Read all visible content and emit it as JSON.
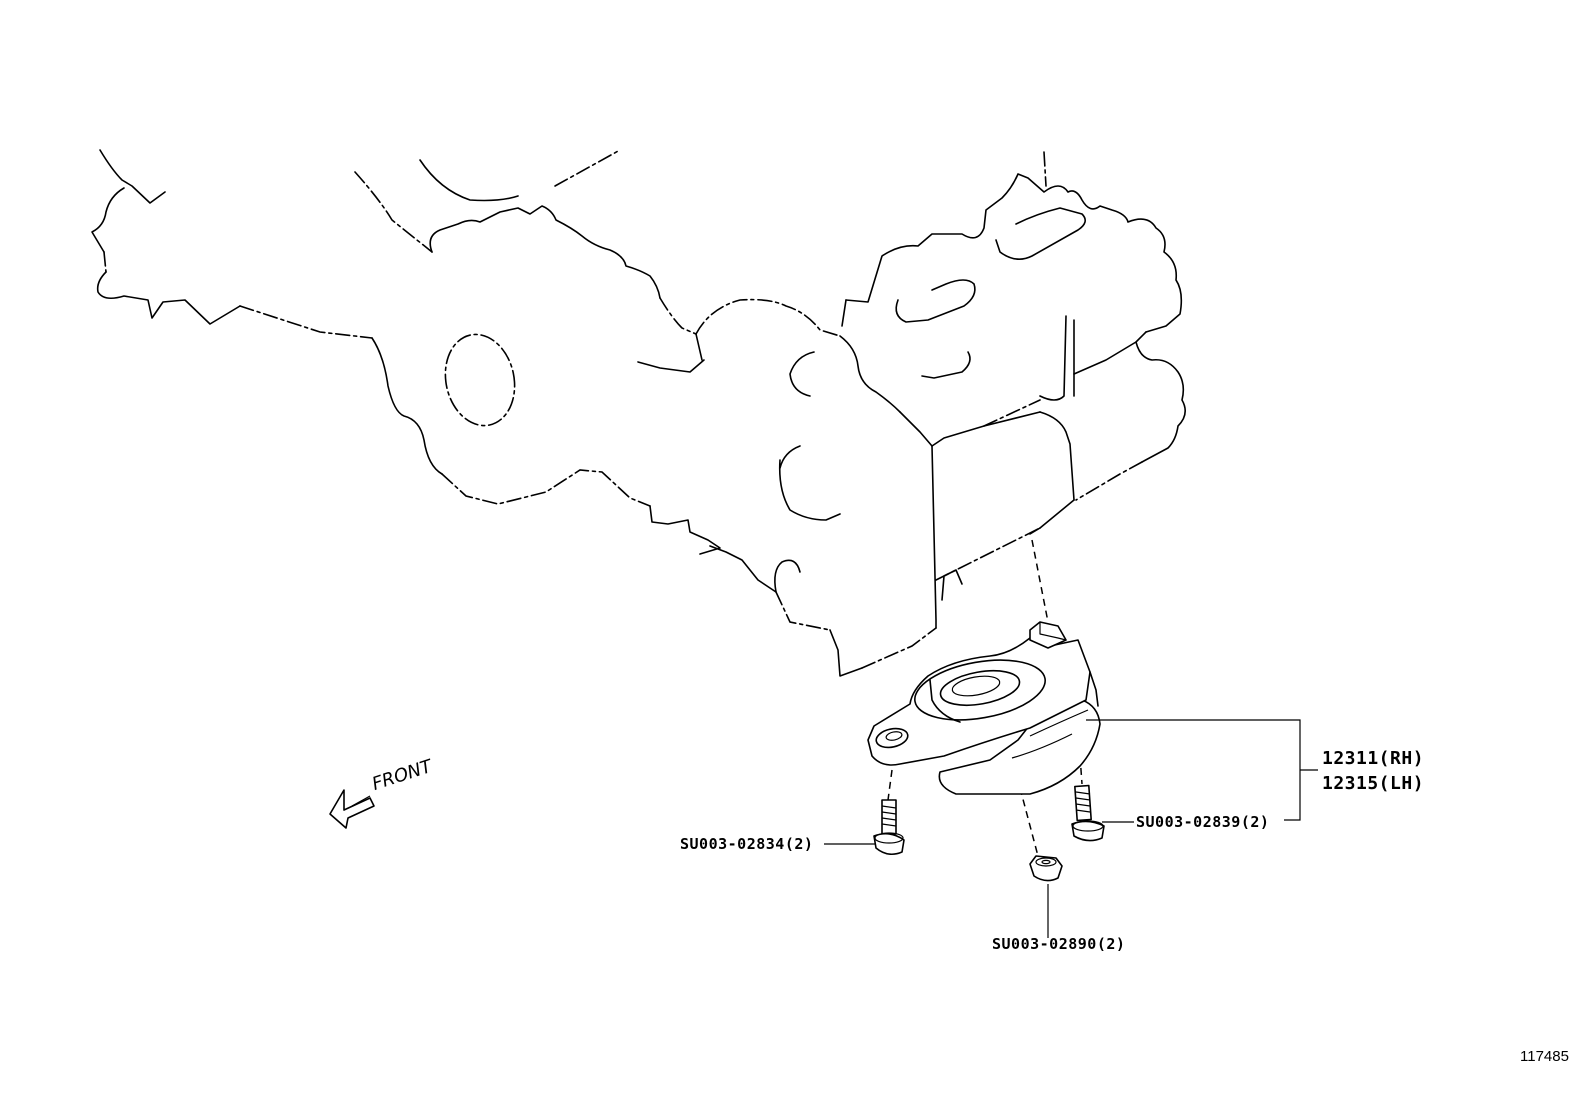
{
  "labels": {
    "bolt_left": "SU003-02834(2)",
    "bolt_right": "SU003-02839(2)",
    "nut_bottom": "SU003-02890(2)",
    "part_rh": "12311(RH)",
    "part_lh": "12315(LH)",
    "front": "FRONT",
    "figure_number": "117485"
  },
  "icons": {
    "front_arrow": "front-arrow-icon",
    "bracket": "engine-mount-bracket-icon",
    "bolt": "flange-bolt-icon",
    "nut": "flange-nut-icon"
  },
  "colors": {
    "line": "#000000",
    "background": "#ffffff"
  }
}
